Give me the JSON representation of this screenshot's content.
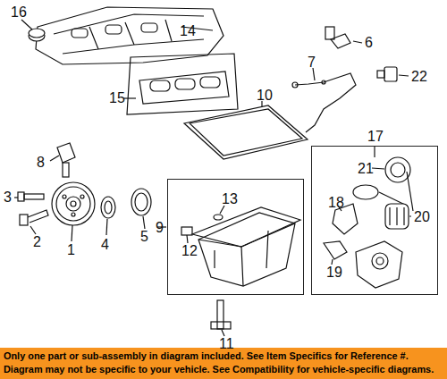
{
  "diagram": {
    "caption": "Only one part or sub-assembly in diagram included. See Item Specifics for Reference #. Diagram may not be specific to your vehicle. See Compatibility for vehicle-specific diagrams.",
    "nodes": [
      {
        "text": [
          "9"
        ]
      },
      {
        "text": [
          "17"
        ]
      }
    ],
    "labels": [
      "16",
      "14",
      "15",
      "6",
      "7",
      "22",
      "10",
      "8",
      "3",
      "2",
      "1",
      "4",
      "5",
      "13",
      "12",
      "11",
      "18",
      "21",
      "20",
      "19"
    ]
  }
}
